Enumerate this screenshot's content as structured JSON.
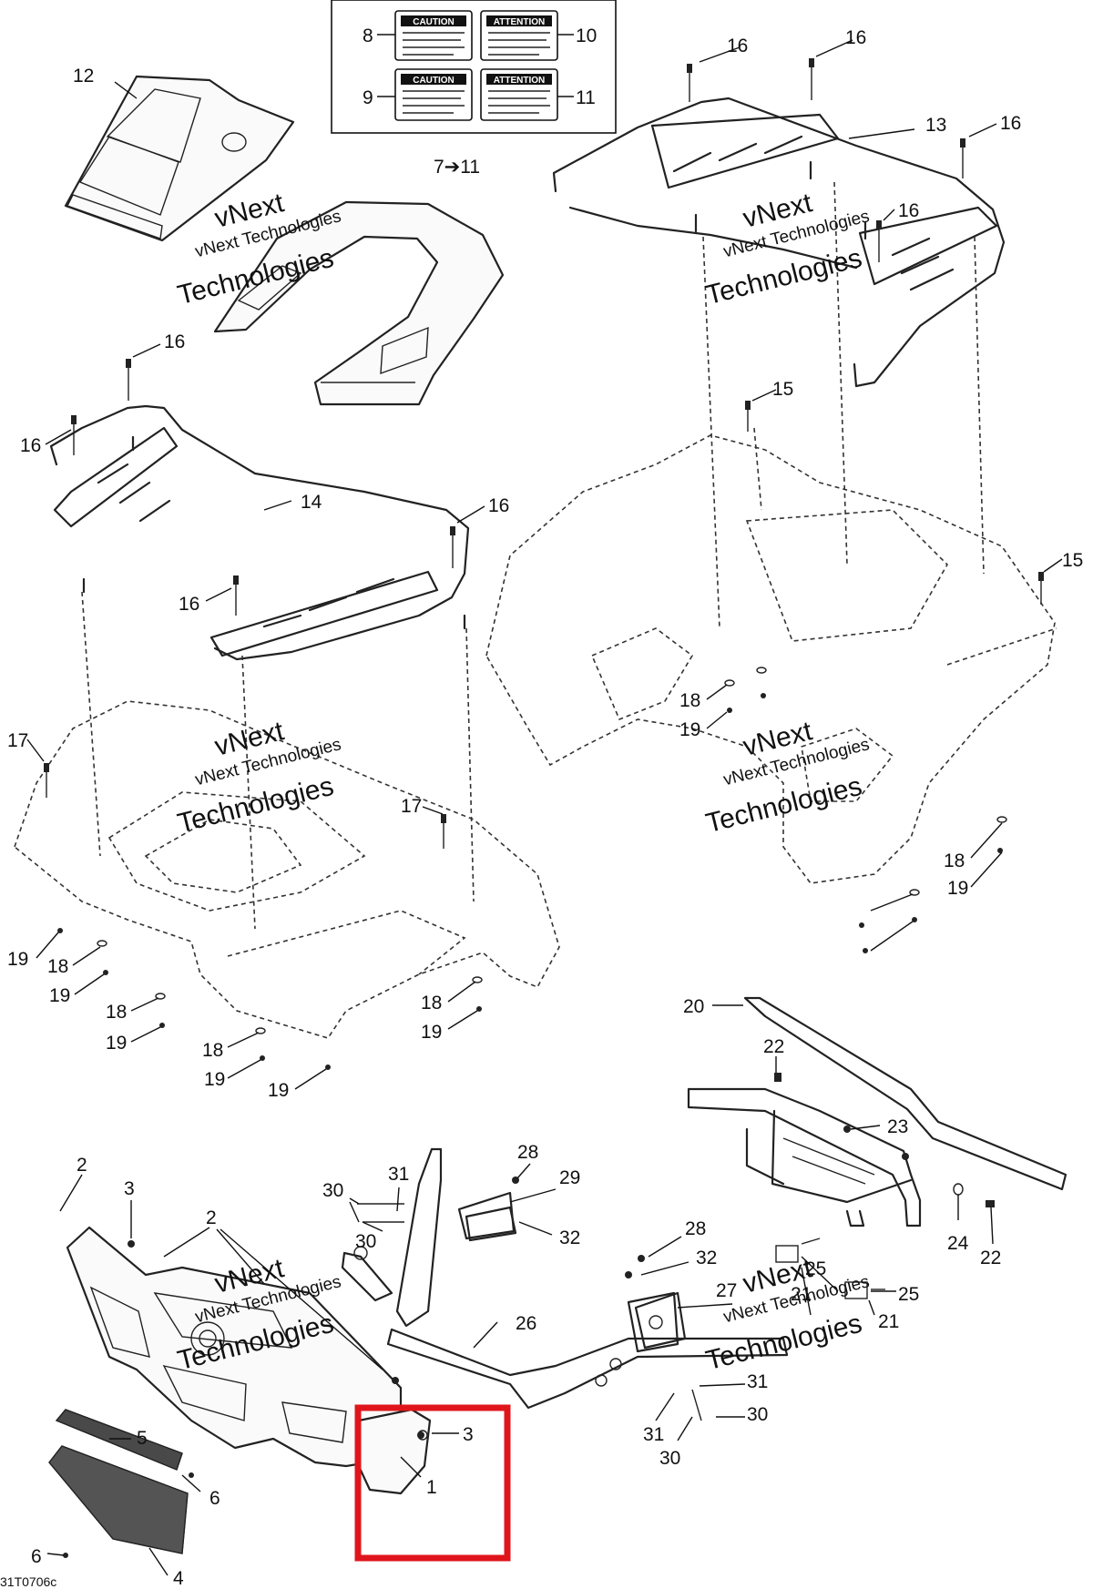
{
  "diagram": {
    "code": "31T0706c",
    "watermark": [
      "vNext",
      "Technologies",
      "vNext Technologies"
    ],
    "decal_cards": [
      {
        "heading": "CAUTION"
      },
      {
        "heading": "ATTENTION"
      },
      {
        "heading": "CAUTION"
      },
      {
        "heading": "ATTENTION"
      }
    ],
    "range_callout": "7➔11",
    "callouts": [
      "1",
      "2",
      "3",
      "4",
      "5",
      "6",
      "8",
      "9",
      "10",
      "11",
      "12",
      "13",
      "14",
      "15",
      "16",
      "17",
      "18",
      "19",
      "20",
      "21",
      "22",
      "23",
      "24",
      "25",
      "26",
      "27",
      "28",
      "29",
      "30",
      "31",
      "32"
    ],
    "highlight": {
      "part": "1",
      "color": "#e0151c"
    }
  }
}
